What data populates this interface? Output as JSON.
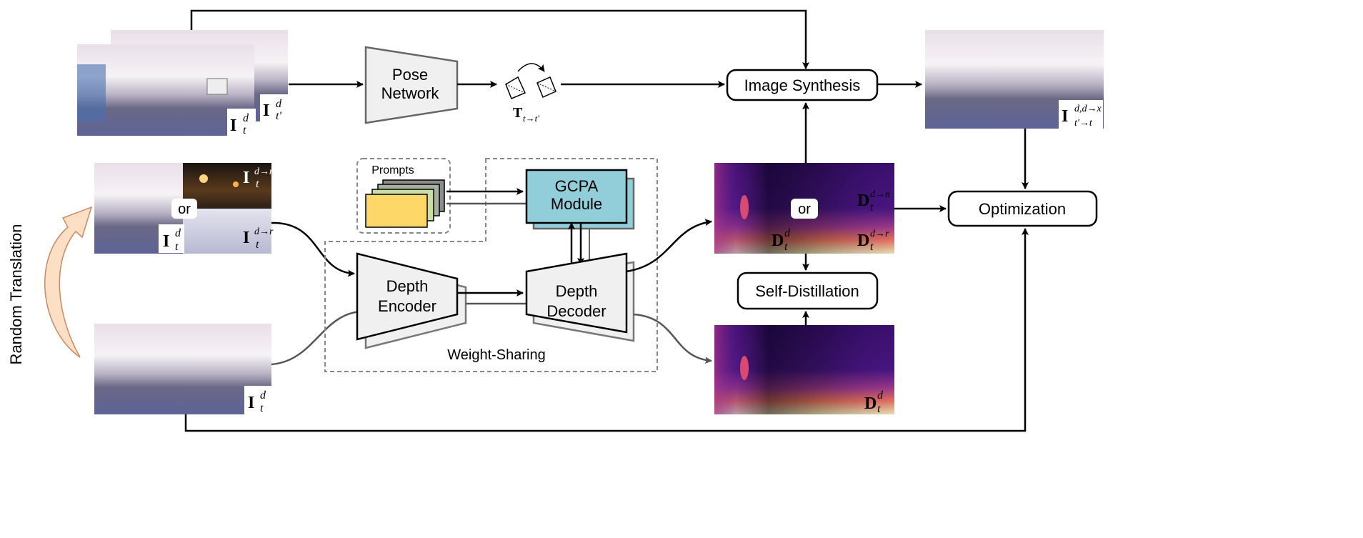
{
  "diagram": {
    "pose_network": "Pose Network",
    "image_synthesis": "Image Synthesis",
    "optimization": "Optimization",
    "prompts": "Prompts",
    "gcpa_line1": "GCPA",
    "gcpa_line2": "Module",
    "depth_encoder_line1": "Depth",
    "depth_encoder_line2": "Encoder",
    "depth_decoder_line1": "Depth",
    "depth_decoder_line2": "Decoder",
    "weight_sharing": "Weight-Sharing",
    "self_distillation": "Self-Distillation",
    "random_translation": "Random Translation",
    "or_image": "or",
    "or_depth": "or"
  },
  "math": {
    "I": "I",
    "D": "D",
    "T": "T",
    "d": "d",
    "t": "t",
    "tprime": "t'",
    "d_to_n": "d→n",
    "d_to_r": "d→r",
    "d_dx": "d,d→x",
    "tprime_to_t": "t'→t",
    "t_to_tprime": "t→t'"
  },
  "colors": {
    "gcpa_fill": "#92CDDA",
    "block_fill": "#F0F0F0",
    "prompt_front": "#FDD868",
    "prompt_mid": "#C9DEA6",
    "prompt_back": "#8C8C8C",
    "translation_arrow": "#FDDFC6"
  }
}
